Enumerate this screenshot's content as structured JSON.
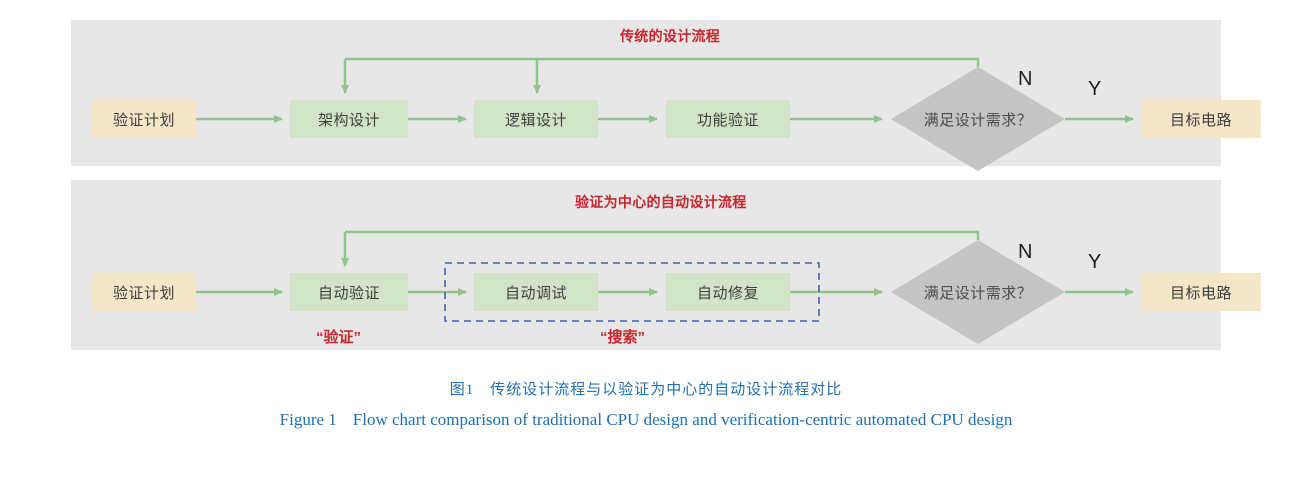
{
  "figure": {
    "caption_cn_label": "图1",
    "caption_cn_text": "传统设计流程与以验证为中心的自动设计流程对比",
    "caption_en_label": "Figure 1",
    "caption_en_text": "Flow chart comparison of traditional CPU design and verification-centric automated CPU design"
  },
  "colors": {
    "panel_bg": "#e7e7e7",
    "terminal_fill": "#f4e6c6",
    "process_fill": "#d2e4c7",
    "decision_fill": "#c4c4c4",
    "arrow_green": "#8fc48a",
    "title_red": "#c9252d",
    "dashed_blue": "#3d63b2",
    "caption_blue": "#1f6fb5"
  },
  "flows": [
    {
      "id": "traditional",
      "title": "传统的设计流程",
      "nodes": [
        {
          "id": "plan",
          "label": "验证计划",
          "type": "terminal"
        },
        {
          "id": "arch",
          "label": "架构设计",
          "type": "process"
        },
        {
          "id": "logic",
          "label": "逻辑设计",
          "type": "process"
        },
        {
          "id": "funcver",
          "label": "功能验证",
          "type": "process"
        },
        {
          "id": "decision",
          "label": "满足设计需求？",
          "type": "decision"
        },
        {
          "id": "target",
          "label": "目标电路",
          "type": "terminal"
        }
      ],
      "branch_labels": {
        "no": "N",
        "yes": "Y"
      },
      "annotations": []
    },
    {
      "id": "automated",
      "title": "验证为中心的自动设计流程",
      "nodes": [
        {
          "id": "plan",
          "label": "验证计划",
          "type": "terminal"
        },
        {
          "id": "autover",
          "label": "自动验证",
          "type": "process"
        },
        {
          "id": "autodbg",
          "label": "自动调试",
          "type": "process"
        },
        {
          "id": "autofix",
          "label": "自动修复",
          "type": "process"
        },
        {
          "id": "decision",
          "label": "满足设计需求？",
          "type": "decision"
        },
        {
          "id": "target",
          "label": "目标电路",
          "type": "terminal"
        }
      ],
      "branch_labels": {
        "no": "N",
        "yes": "Y"
      },
      "annotations": [
        {
          "id": "verify-annot",
          "label": "“验证”"
        },
        {
          "id": "search-annot",
          "label": "“搜索”"
        }
      ]
    }
  ]
}
